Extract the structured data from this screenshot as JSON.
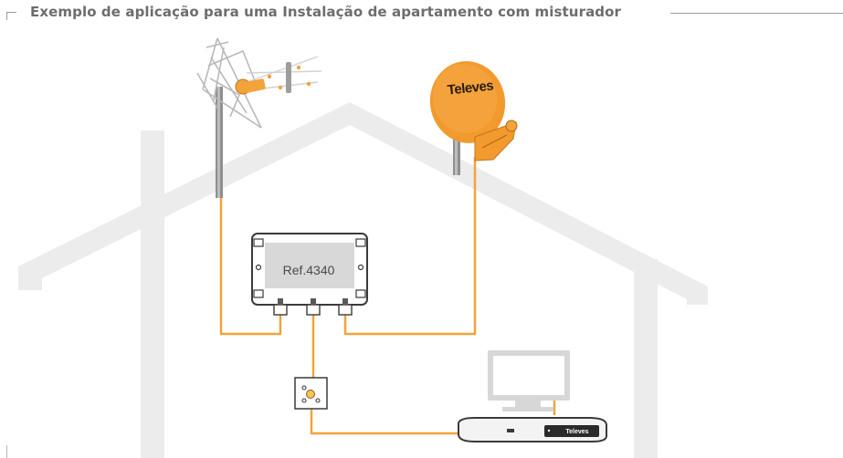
{
  "title": "Exemplo de aplicação para uma Instalação de apartamento com misturador",
  "mixer": {
    "ref_label": "Ref.4340"
  },
  "brand": {
    "dish": "Televes",
    "receiver": "Televes"
  },
  "colors": {
    "cable": "#f2a33a",
    "dish": "#f29a2e",
    "house": "#ececec",
    "device": "#e0e0e0"
  },
  "icons": [
    "uhf-antenna-icon",
    "satellite-dish-icon",
    "mixer-icon",
    "wall-outlet-icon",
    "monitor-icon",
    "receiver-icon"
  ]
}
